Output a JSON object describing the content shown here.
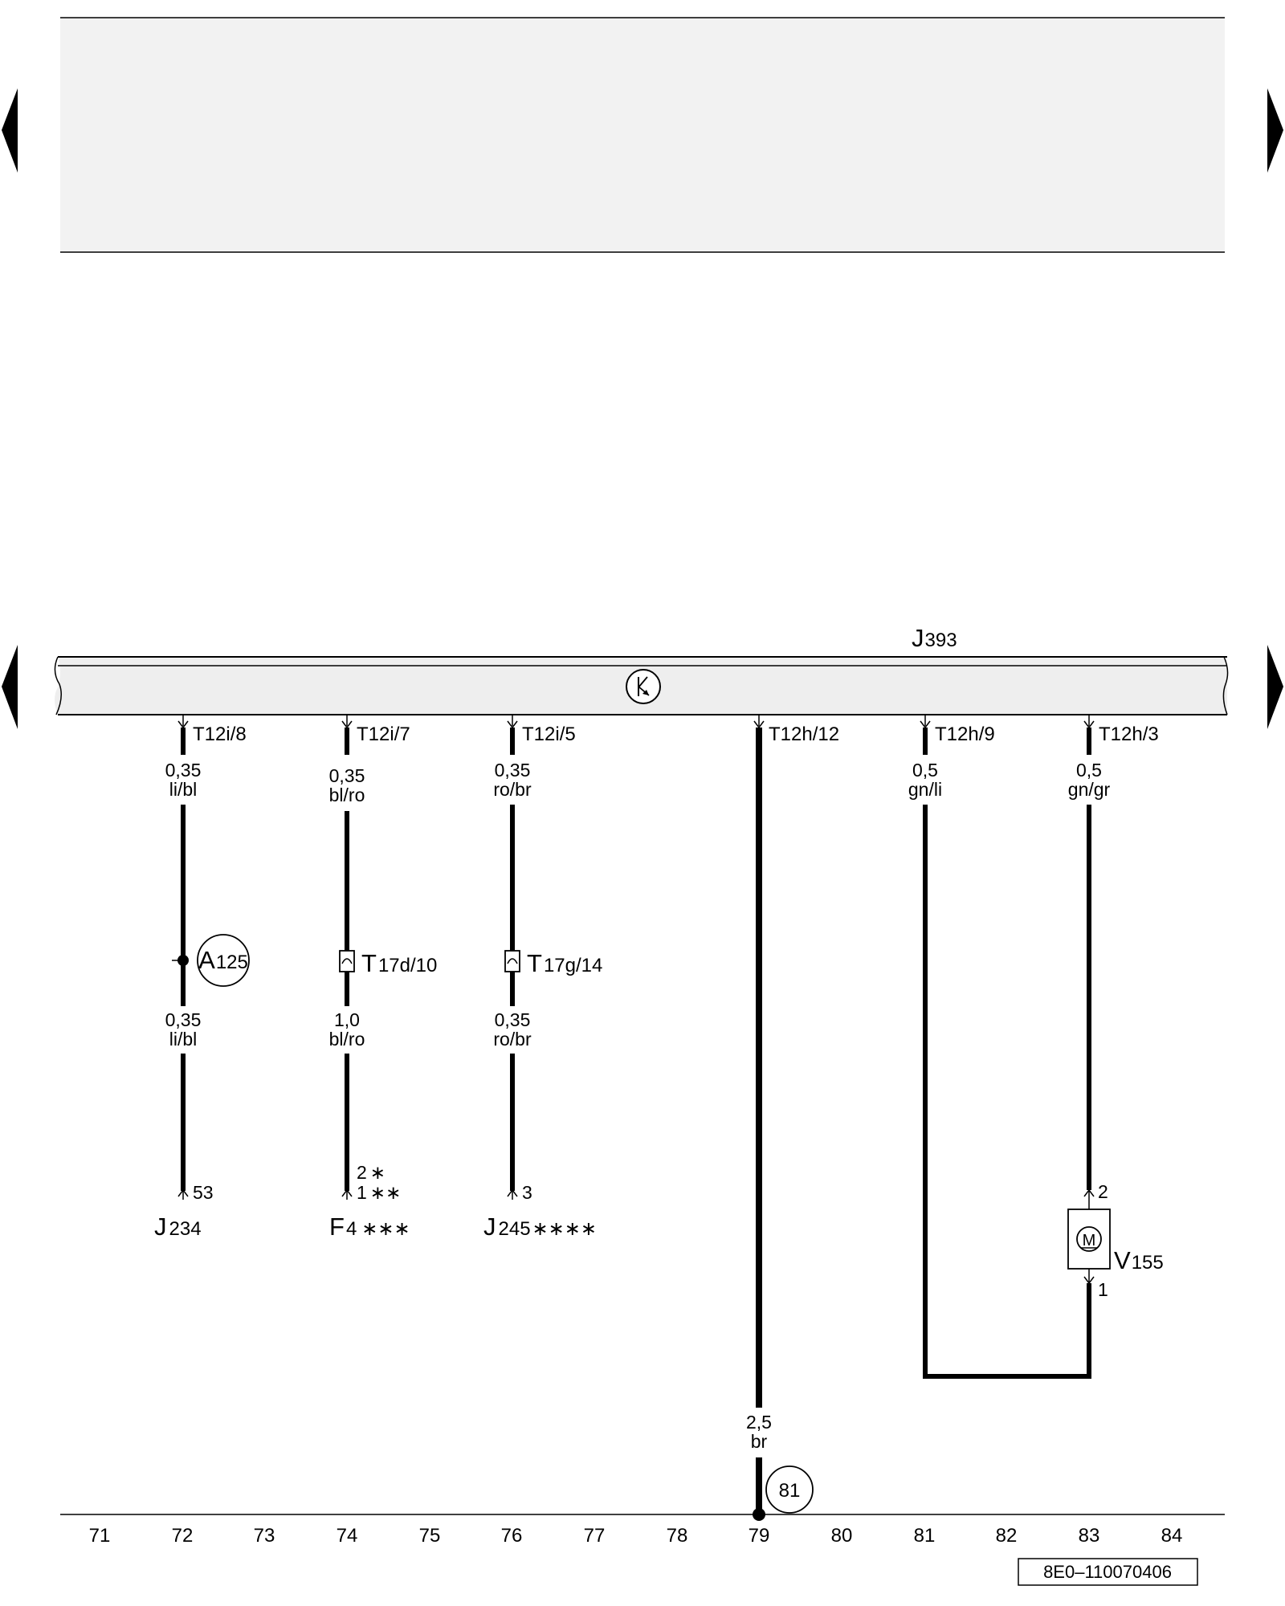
{
  "header_box": {
    "fill": "#f2f2f2"
  },
  "control_unit": {
    "label_main": "J",
    "label_sub": "393",
    "symbol": "transistor-icon"
  },
  "wires": [
    {
      "id": "w72",
      "connector": "T12i/8",
      "upper": {
        "size": "0,35",
        "color": "li/bl"
      },
      "lower": {
        "size": "0,35",
        "color": "li/bl"
      }
    },
    {
      "id": "w74",
      "connector": "T12i/7",
      "upper": {
        "size": "0,35",
        "color": "bl/ro"
      },
      "lower": {
        "size": "1,0",
        "color": "bl/ro"
      }
    },
    {
      "id": "w76",
      "connector": "T12i/5",
      "upper": {
        "size": "0,35",
        "color": "ro/br"
      },
      "lower": {
        "size": "0,35",
        "color": "ro/br"
      }
    },
    {
      "id": "w79",
      "connector": "T12h/12",
      "lower": {
        "size": "2,5",
        "color": "br"
      }
    },
    {
      "id": "w81",
      "connector": "T12h/9",
      "upper": {
        "size": "0,5",
        "color": "gn/li"
      }
    },
    {
      "id": "w83",
      "connector": "T12h/3",
      "upper": {
        "size": "0,5",
        "color": "gn/gr"
      }
    }
  ],
  "connection_a125": {
    "main": "A",
    "sub": "125"
  },
  "connector_t17d": {
    "main": "T",
    "sub": "17d/10"
  },
  "connector_t17g": {
    "main": "T",
    "sub": "17g/14"
  },
  "pins": {
    "j234": "53",
    "f4_top": "2",
    "f4_top_mark": "∗",
    "f4_bottom": "1",
    "f4_bottom_mark": "∗∗",
    "j245": "3",
    "v155_top": "2",
    "v155_bottom": "1"
  },
  "components": {
    "j234": {
      "main": "J",
      "sub": "234",
      "mark": ""
    },
    "f4": {
      "main": "F",
      "sub": "4",
      "mark": "∗∗∗"
    },
    "j245": {
      "main": "J",
      "sub": "245",
      "mark": "∗∗∗∗"
    },
    "v155": {
      "main": "V",
      "sub": "155",
      "motor": "M"
    }
  },
  "ground_point": "81",
  "columns": [
    "71",
    "72",
    "73",
    "74",
    "75",
    "76",
    "77",
    "78",
    "79",
    "80",
    "81",
    "82",
    "83",
    "84"
  ],
  "document_code": "8E0–110070406"
}
